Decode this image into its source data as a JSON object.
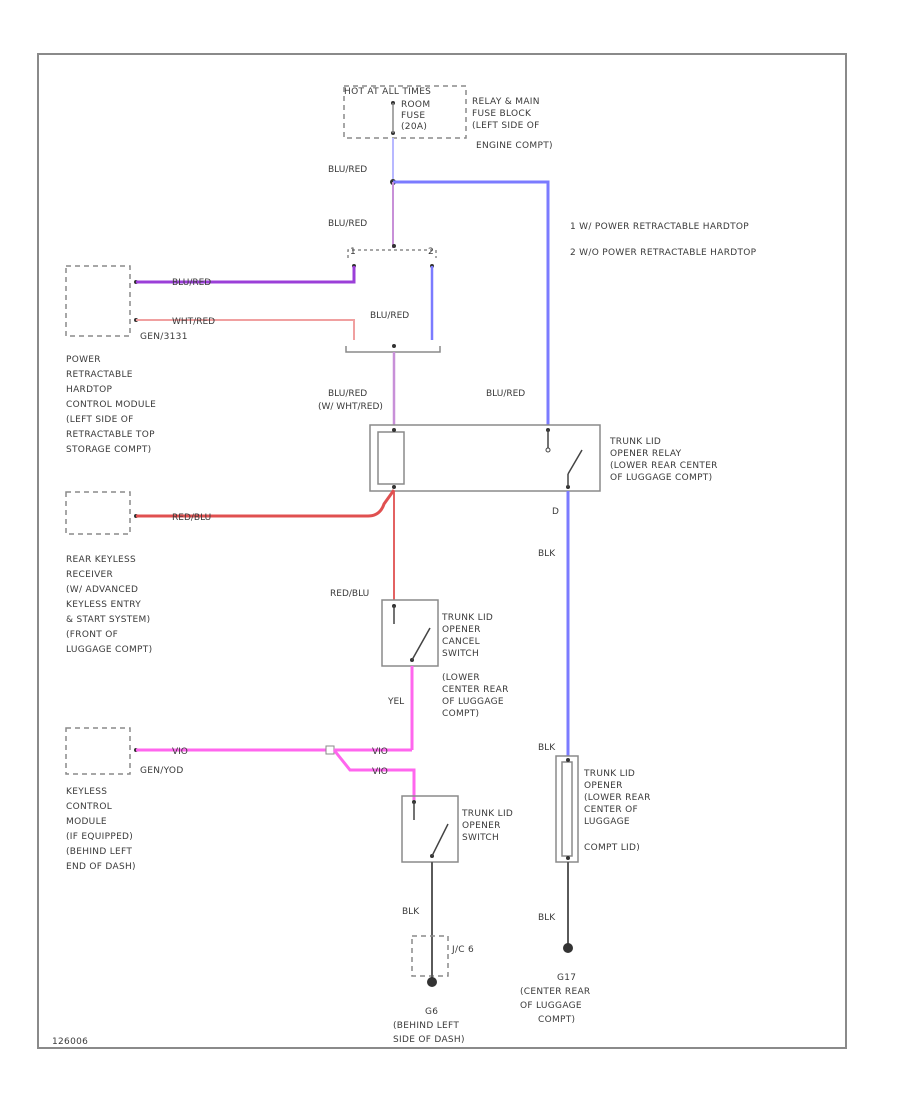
{
  "fuse_block": {
    "header": "HOT AT ALL TIMES",
    "fuse": [
      "ROOM",
      "FUSE",
      "(20A)"
    ],
    "location": [
      "RELAY & MAIN",
      "FUSE BLOCK",
      "(LEFT SIDE OF",
      "ENGINE COMPT)"
    ]
  },
  "legend": [
    "1  W/ POWER RETRACTABLE HARDTOP",
    "2  W/O POWER RETRACTABLE HARDTOP"
  ],
  "wires": {
    "blu_red_1": "BLU/RED",
    "blu_red_2": "BLU/RED",
    "blu_red_3": "BLU/RED",
    "blu_red_4": [
      "BLU/RED",
      "(W/ WHT/RED)"
    ],
    "blu_red_5": "BLU/RED",
    "pc_blu_red": "BLU/RED",
    "pc_wht_red": "WHT/RED",
    "red_blu": "RED/BLU",
    "red_blu_2": "RED/BLU",
    "blk_relay": "BLK",
    "yel": "YEL",
    "kcm_wire": "VIO",
    "vio_1": "VIO",
    "vio_2": "VIO",
    "blk_actuator": "BLK",
    "blk_switch": "BLK",
    "blk_actuator_gnd": "BLK",
    "relay_pin": "D"
  },
  "power_control_module": {
    "connector": "GEN/3131",
    "label": [
      "POWER",
      "RETRACTABLE",
      "HARDTOP",
      "CONTROL MODULE",
      "(LEFT SIDE OF",
      "RETRACTABLE TOP",
      "STORAGE COMPT)"
    ]
  },
  "rear_keyless_receiver": {
    "label": [
      "REAR KEYLESS",
      "RECEIVER",
      "(W/ ADVANCED",
      "KEYLESS ENTRY",
      "& START SYSTEM)",
      "(FRONT OF",
      "LUGGAGE COMPT)"
    ]
  },
  "keyless_control_module": {
    "connector": "GEN/YOD",
    "label": [
      "KEYLESS",
      "CONTROL",
      "MODULE",
      "(IF EQUIPPED)",
      "(BEHIND LEFT",
      "END OF DASH)"
    ]
  },
  "trunk_lid_relay": {
    "label": [
      "TRUNK LID",
      "OPENER RELAY",
      "(LOWER REAR CENTER",
      "OF LUGGAGE COMPT)"
    ]
  },
  "cancel_switch": {
    "label": [
      "TRUNK LID",
      "OPENER",
      "CANCEL",
      "SWITCH",
      "(LOWER",
      "CENTER REAR",
      "OF LUGGAGE",
      "COMPT)"
    ]
  },
  "opener_switch": {
    "label": [
      "TRUNK LID",
      "OPENER",
      "SWITCH"
    ]
  },
  "actuator": {
    "label": [
      "TRUNK LID",
      "OPENER",
      "(LOWER REAR",
      "CENTER OF",
      "LUGGAGE",
      "COMPT LID)"
    ]
  },
  "grounds": {
    "jc_label": "J/C 6",
    "g_left": {
      "id": "G6",
      "label": [
        "(BEHIND LEFT",
        "SIDE OF DASH)"
      ]
    },
    "g_right": {
      "id": "G17",
      "label": [
        "(CENTER REAR",
        "OF LUGGAGE",
        "COMPT)"
      ]
    }
  },
  "footer_code": "126006",
  "colors": {
    "blue": "#7b7bff",
    "purple": "#9b3fd8",
    "pink": "#ff66ee",
    "red": "#e05050",
    "pale_red": "#f0a0a0",
    "light_purple": "#c890d8",
    "black": "#5a5a5a"
  }
}
